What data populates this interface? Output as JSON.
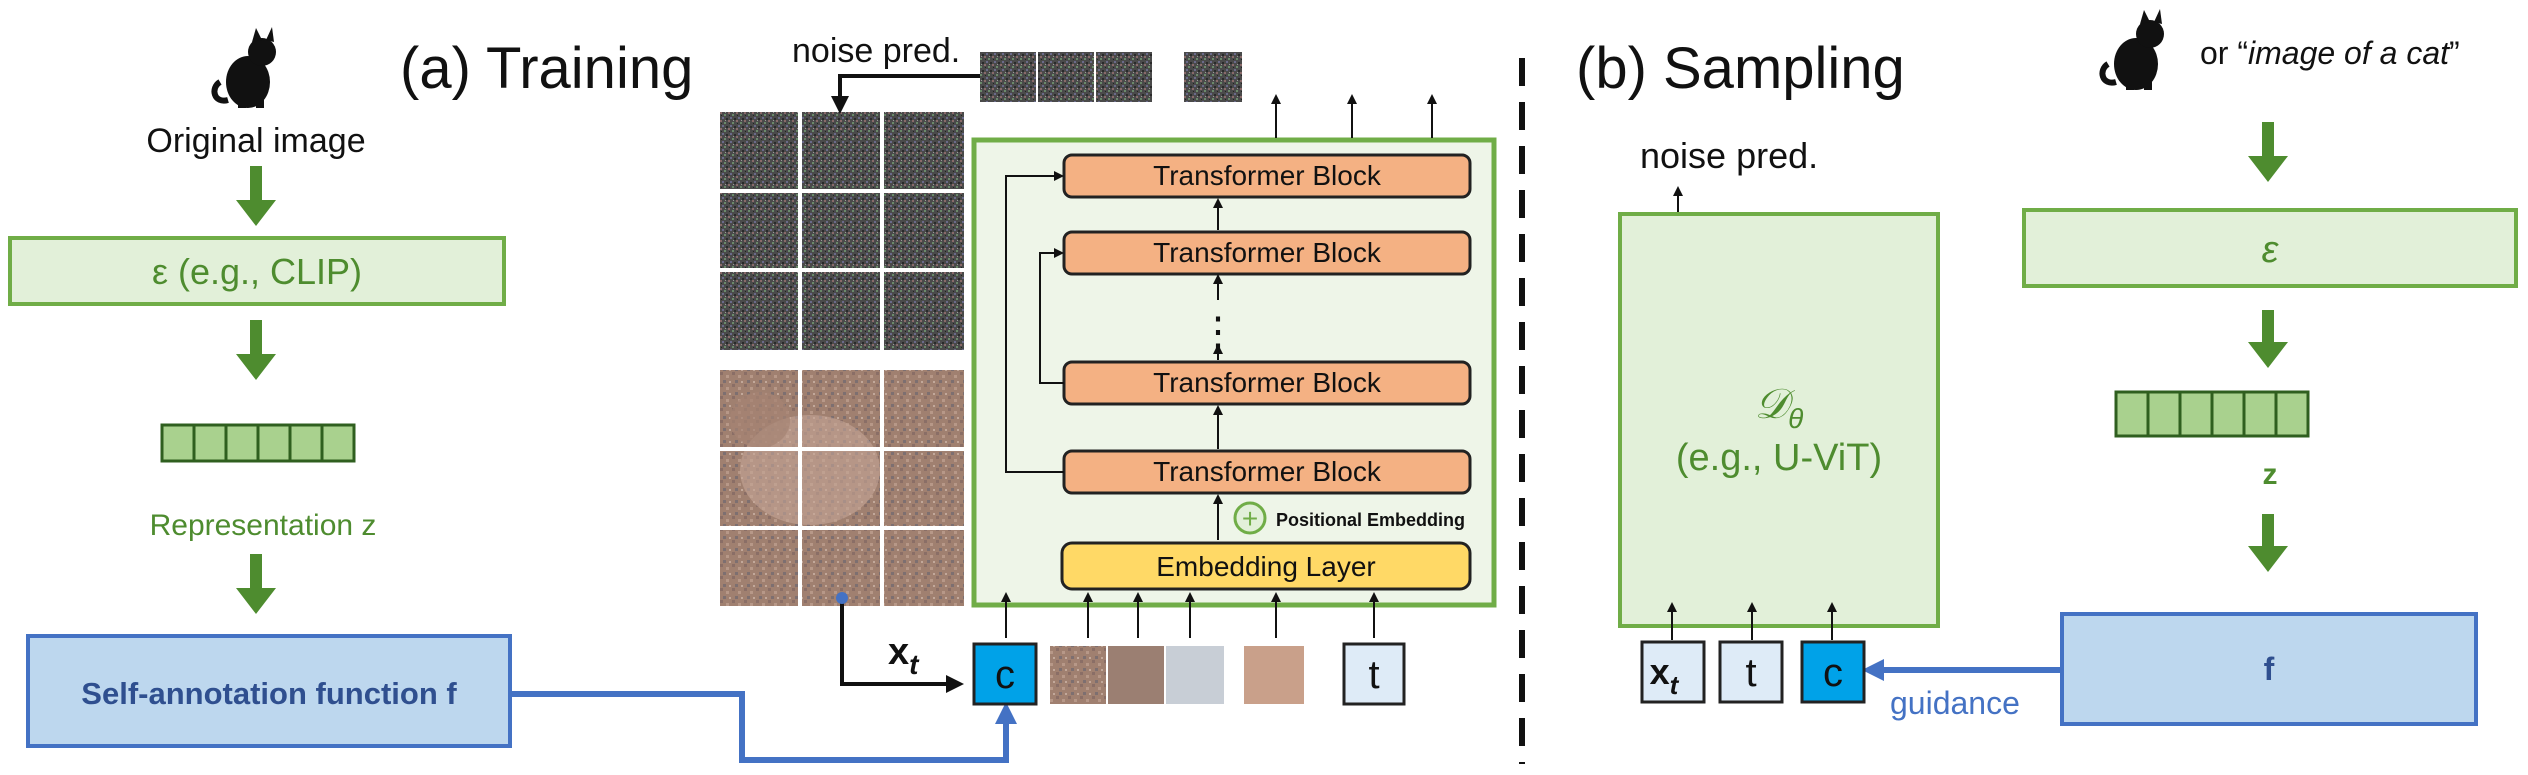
{
  "training": {
    "title": "(a) Training",
    "original_image_label": "Original image",
    "encoder_label": "ε (e.g., CLIP)",
    "representation_label": "Representation z",
    "annotation_label": "Self-annotation function f",
    "noise_pred_label": "noise pred.",
    "transformer_block_label": "Transformer Block",
    "ellipsis": "⋮",
    "positional_embedding_label": "Positional Embedding",
    "embedding_layer_label": "Embedding Layer",
    "xt_label": "x",
    "xt_sub": "t",
    "c_label": "c",
    "t_label": "t",
    "plus_symbol": "+"
  },
  "sampling": {
    "title": "(b) Sampling",
    "or_text": "or “",
    "caption_text": "image of a cat",
    "caption_close": "”",
    "noise_pred_label": "noise pred.",
    "encoder_label": "ε",
    "z_label": "z",
    "denoiser_symbol": "𝒟",
    "denoiser_sub": "θ",
    "denoiser_example": "(e.g., U-ViT)",
    "f_label": "f",
    "guidance_label": "guidance",
    "xt_label": "x",
    "xt_sub": "t",
    "t_label": "t",
    "c_label": "c"
  },
  "colors": {
    "green_dark": "#4e8c2f",
    "green_fill": "#e2f0d9",
    "green_border": "#70ad47",
    "blue_fill": "#bdd7ee",
    "blue_border": "#4472c4",
    "blue_text": "#2f4f8f",
    "orange_fill": "#f4b183",
    "yellow_fill": "#ffd966",
    "cyan_fill": "#00a2e8",
    "guidance_text": "#4472c4"
  }
}
